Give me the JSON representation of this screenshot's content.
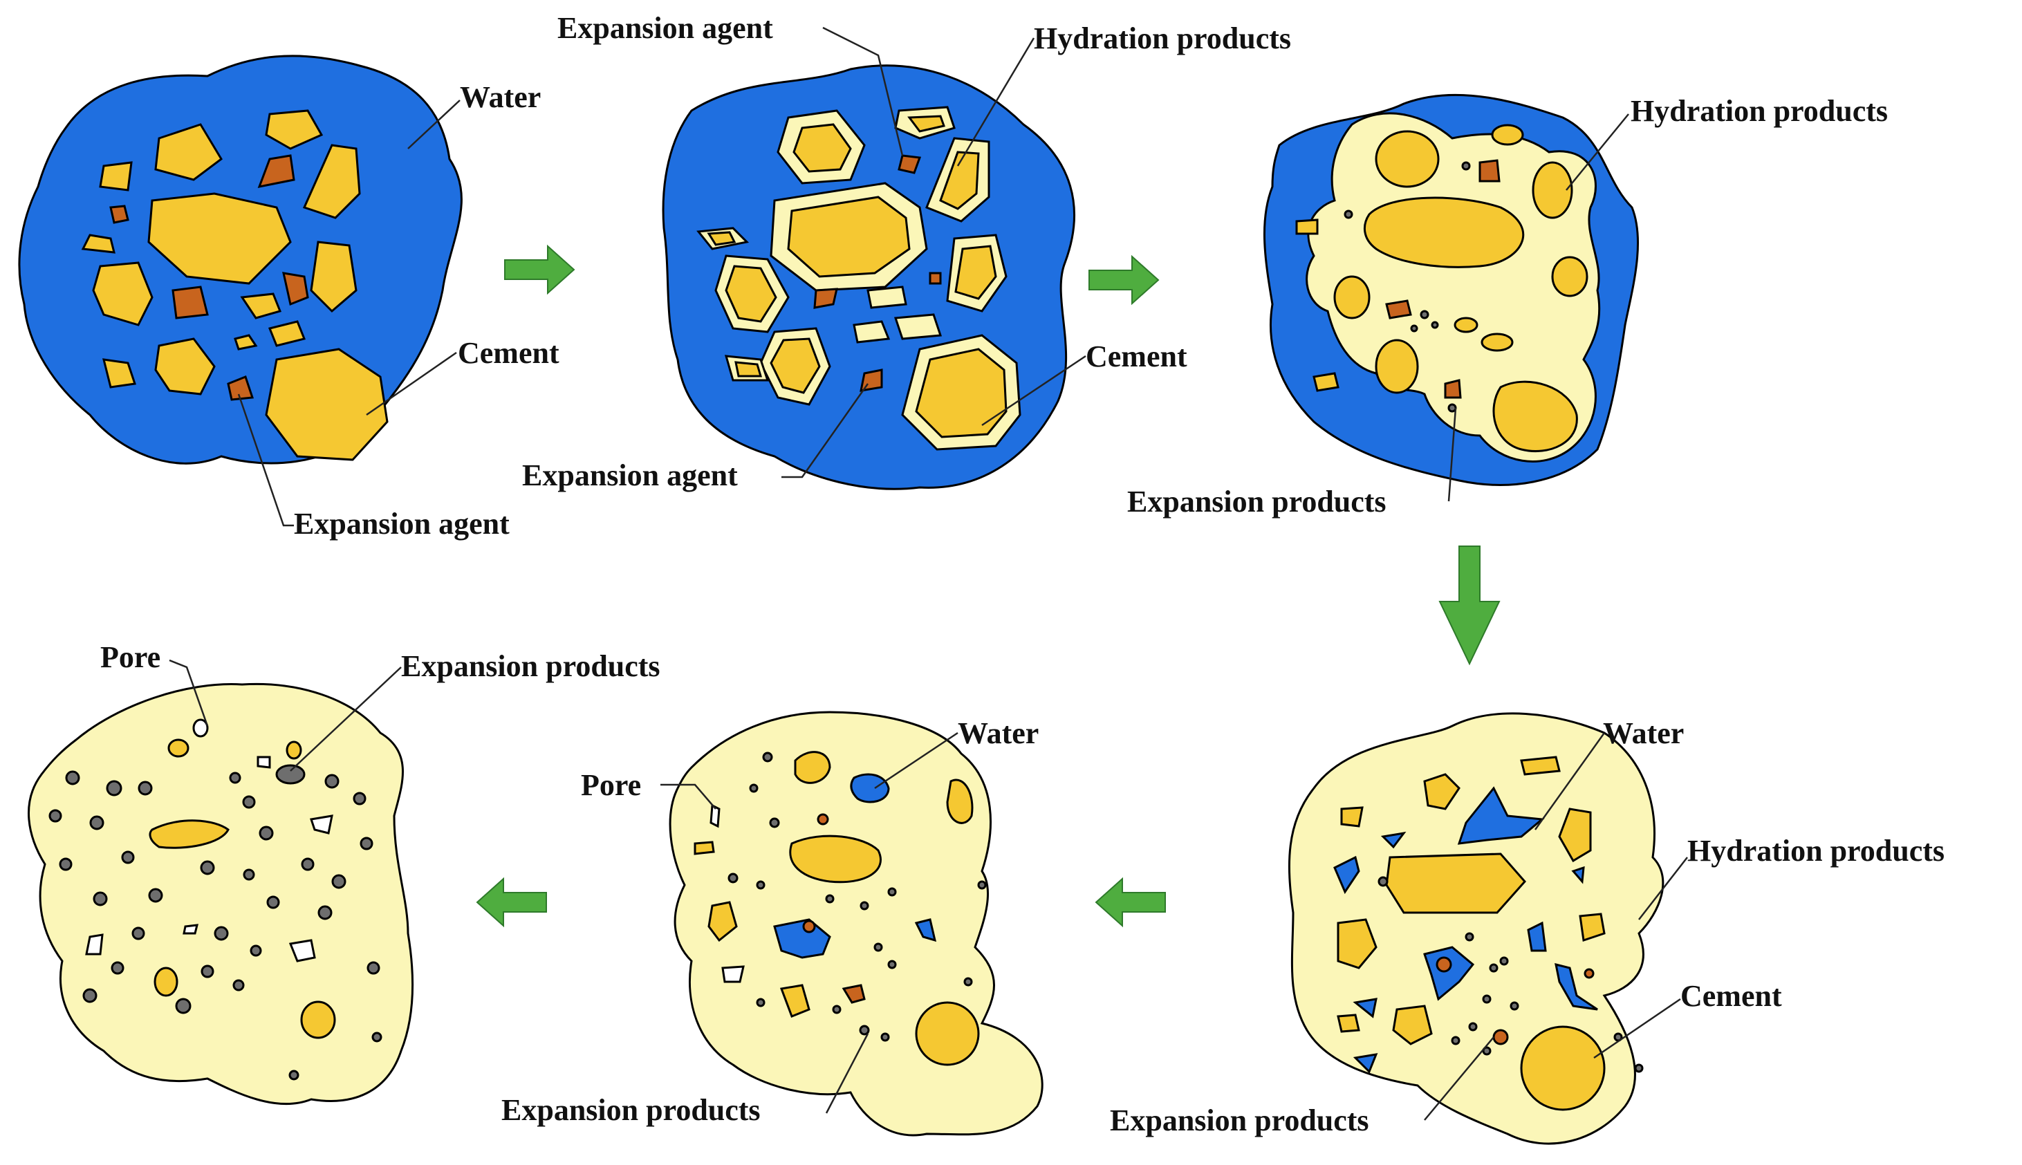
{
  "colors": {
    "water": "#1f6fe0",
    "cement": "#f5c832",
    "hydration": "#fbf6b8",
    "agent": "#c8641e",
    "product": "#6e6e6e",
    "pore": "#ffffff",
    "arrow": "#4fad3f"
  },
  "icons": {
    "arrow": "green-arrow-icon"
  },
  "stages": [
    {
      "labels": {
        "water": "Water",
        "cement": "Cement",
        "agent": "Expansion agent"
      }
    },
    {
      "labels": {
        "agent_top": "Expansion agent",
        "hydration": "Hydration products",
        "cement": "Cement",
        "agent_bottom": "Expansion agent"
      }
    },
    {
      "labels": {
        "hydration": "Hydration products",
        "products": "Expansion products"
      }
    },
    {
      "labels": {
        "water": "Water",
        "hydration": "Hydration products",
        "cement": "Cement",
        "products": "Expansion products"
      }
    },
    {
      "labels": {
        "water": "Water",
        "pore": "Pore",
        "products": "Expansion products"
      }
    },
    {
      "labels": {
        "pore": "Pore",
        "products": "Expansion products"
      }
    }
  ]
}
